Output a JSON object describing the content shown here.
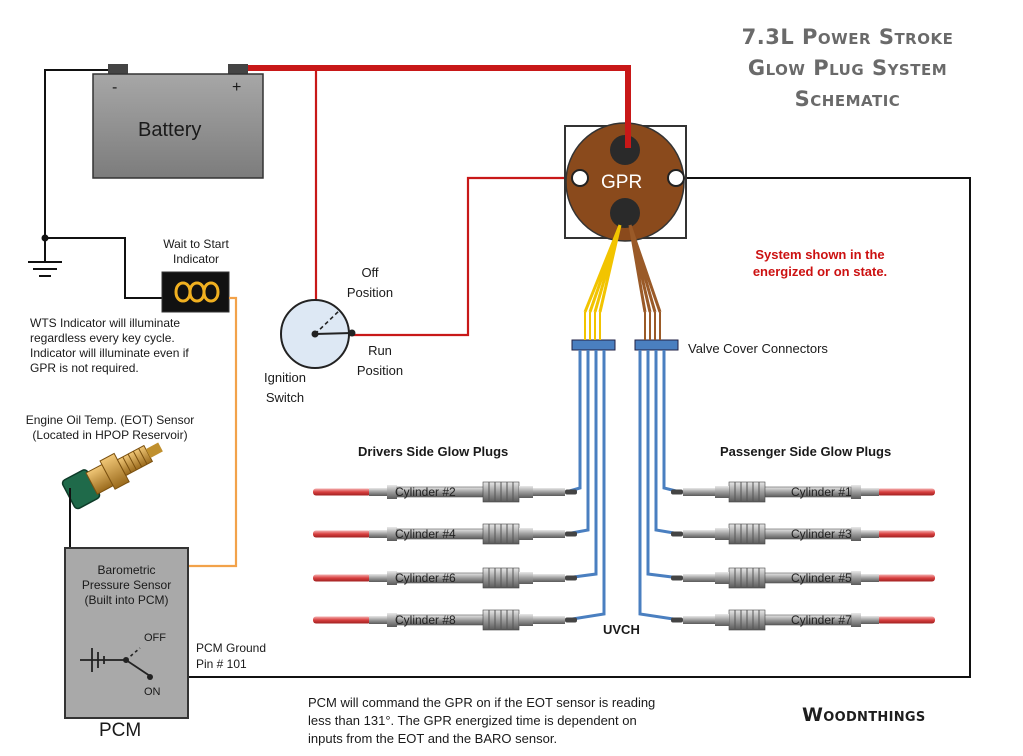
{
  "title": {
    "line1": "7.3L Power Stroke",
    "line2": "Glow Plug System",
    "line3": "Schematic"
  },
  "battery": {
    "label": "Battery",
    "neg": "-",
    "pos": "+"
  },
  "gpr": {
    "label": "GPR"
  },
  "wts": {
    "line1": "Wait to Start",
    "line2": "Indicator"
  },
  "wts_note": {
    "line1": "WTS Indicator will illuminate",
    "line2": "regardless every key cycle.",
    "line3": "Indicator will illuminate even if",
    "line4": "GPR is not required."
  },
  "ignition": {
    "off1": "Off",
    "off2": "Position",
    "run1": "Run",
    "run2": "Position",
    "name1": "Ignition",
    "name2": "Switch"
  },
  "energized_note": {
    "line1": "System shown in the",
    "line2": "energized or on state."
  },
  "eot": {
    "line1": "Engine Oil Temp. (EOT) Sensor",
    "line2": "(Located in HPOP Reservoir)"
  },
  "pcm": {
    "label": "PCM",
    "baro1": "Barometric",
    "baro2": "Pressure Sensor",
    "baro3": "(Built into PCM)",
    "off": "OFF",
    "on": "ON",
    "ground1": "PCM Ground",
    "ground2": "Pin # 101"
  },
  "valve_cover": "Valve Cover Connectors",
  "drivers_side": "Drivers Side Glow Plugs",
  "passenger_side": "Passenger Side Glow Plugs",
  "uvch": "UVCH",
  "cylinders_left": [
    "Cylinder #2",
    "Cylinder #4",
    "Cylinder #6",
    "Cylinder #8"
  ],
  "cylinders_right": [
    "Cylinder #1",
    "Cylinder #3",
    "Cylinder #5",
    "Cylinder #7"
  ],
  "bottom_note": {
    "line1": "PCM will command the GPR on if the EOT sensor is reading",
    "line2": "less than 131°. The GPR energized time is dependent on",
    "line3": "inputs from the EOT and the BARO sensor."
  },
  "brand": "Woodnthings",
  "colors": {
    "power_wire": "#c81818",
    "ground_wire": "#111111",
    "gpr_body": "#8a4a1c",
    "glow_tip": "#e06060",
    "harness": "#4a7fc0",
    "yellow_wire": "#f2c400",
    "brown_wire": "#9a5a28",
    "wts_wire": "#f2a24a",
    "title": "#6a6a6a"
  }
}
